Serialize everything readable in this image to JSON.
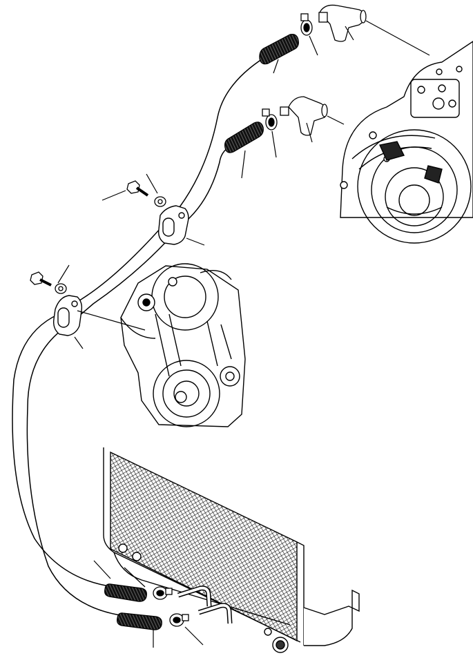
{
  "diagram": {
    "kind": "exploded parts illustration",
    "line_color": "#000000",
    "background": "#ffffff",
    "callouts": [],
    "parts": [
      {
        "id": "upper-elbow-fitting",
        "icon": "elbow-fitting-icon"
      },
      {
        "id": "upper-hose-clamp",
        "icon": "hose-clamp-icon"
      },
      {
        "id": "upper-hose-spring-guard",
        "icon": "spring-guard-icon"
      },
      {
        "id": "middle-elbow-fitting",
        "icon": "elbow-fitting-icon"
      },
      {
        "id": "middle-hose-clamp",
        "icon": "hose-clamp-icon"
      },
      {
        "id": "middle-hose-spring-guard",
        "icon": "spring-guard-icon"
      },
      {
        "id": "upper-bracket-bolt",
        "icon": "bolt-icon"
      },
      {
        "id": "upper-bracket-washer",
        "icon": "washer-icon"
      },
      {
        "id": "upper-hose-bracket",
        "icon": "clip-bracket-icon"
      },
      {
        "id": "lower-bracket-bolt",
        "icon": "bolt-icon"
      },
      {
        "id": "lower-bracket-washer",
        "icon": "washer-icon"
      },
      {
        "id": "lower-hose-bracket",
        "icon": "clip-bracket-icon"
      },
      {
        "id": "cooler-spring-guard-top",
        "icon": "spring-guard-icon"
      },
      {
        "id": "cooler-spring-guard-bottom",
        "icon": "spring-guard-icon"
      },
      {
        "id": "cooler-clamp-top",
        "icon": "hose-clamp-icon"
      },
      {
        "id": "cooler-clamp-bottom",
        "icon": "hose-clamp-icon"
      },
      {
        "id": "transmission-housing",
        "icon": "transmission-icon"
      },
      {
        "id": "engine-pulley-assembly",
        "icon": "engine-pulley-icon"
      },
      {
        "id": "oil-cooler-radiator",
        "icon": "radiator-icon"
      }
    ]
  }
}
